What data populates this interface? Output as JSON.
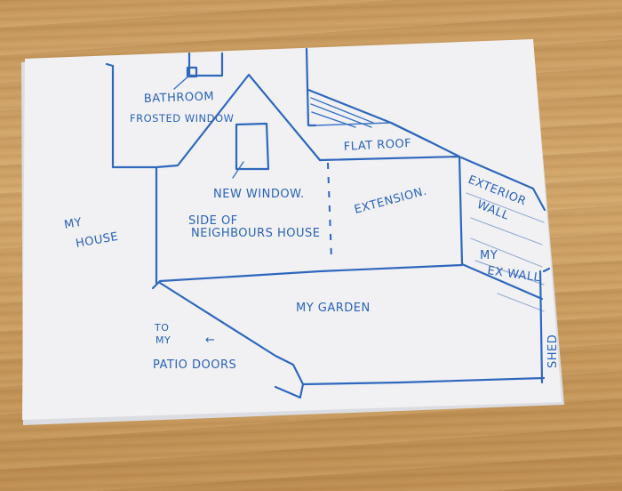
{
  "scene": {
    "description": "Hand-drawn blue-ink sketch on white paper lying on a wooden table",
    "colors": {
      "ink": "#2f67bd",
      "paper": "#f2f2f4",
      "table": "#c99a5e"
    }
  },
  "labels": {
    "bathroom": "BATHROOM",
    "frosted_window": "FROSTED WINDOW",
    "new_window": "NEW WINDOW.",
    "side_of": "SIDE OF",
    "neighbours_house": "NEIGHBOURS HOUSE",
    "flat_roof": "FLAT ROOF",
    "extension": "EXTENSION.",
    "exterior": "EXTERIOR",
    "wall": "WALL",
    "my": "MY",
    "ex_wall": "EX WALL",
    "shed": "SHED",
    "my_house_1": "MY",
    "my_house_2": "HOUSE",
    "my_garden": "MY GARDEN",
    "to": "TO",
    "to_my": "MY",
    "arrow": "←",
    "patio_doors": "PATIO DOORS"
  }
}
